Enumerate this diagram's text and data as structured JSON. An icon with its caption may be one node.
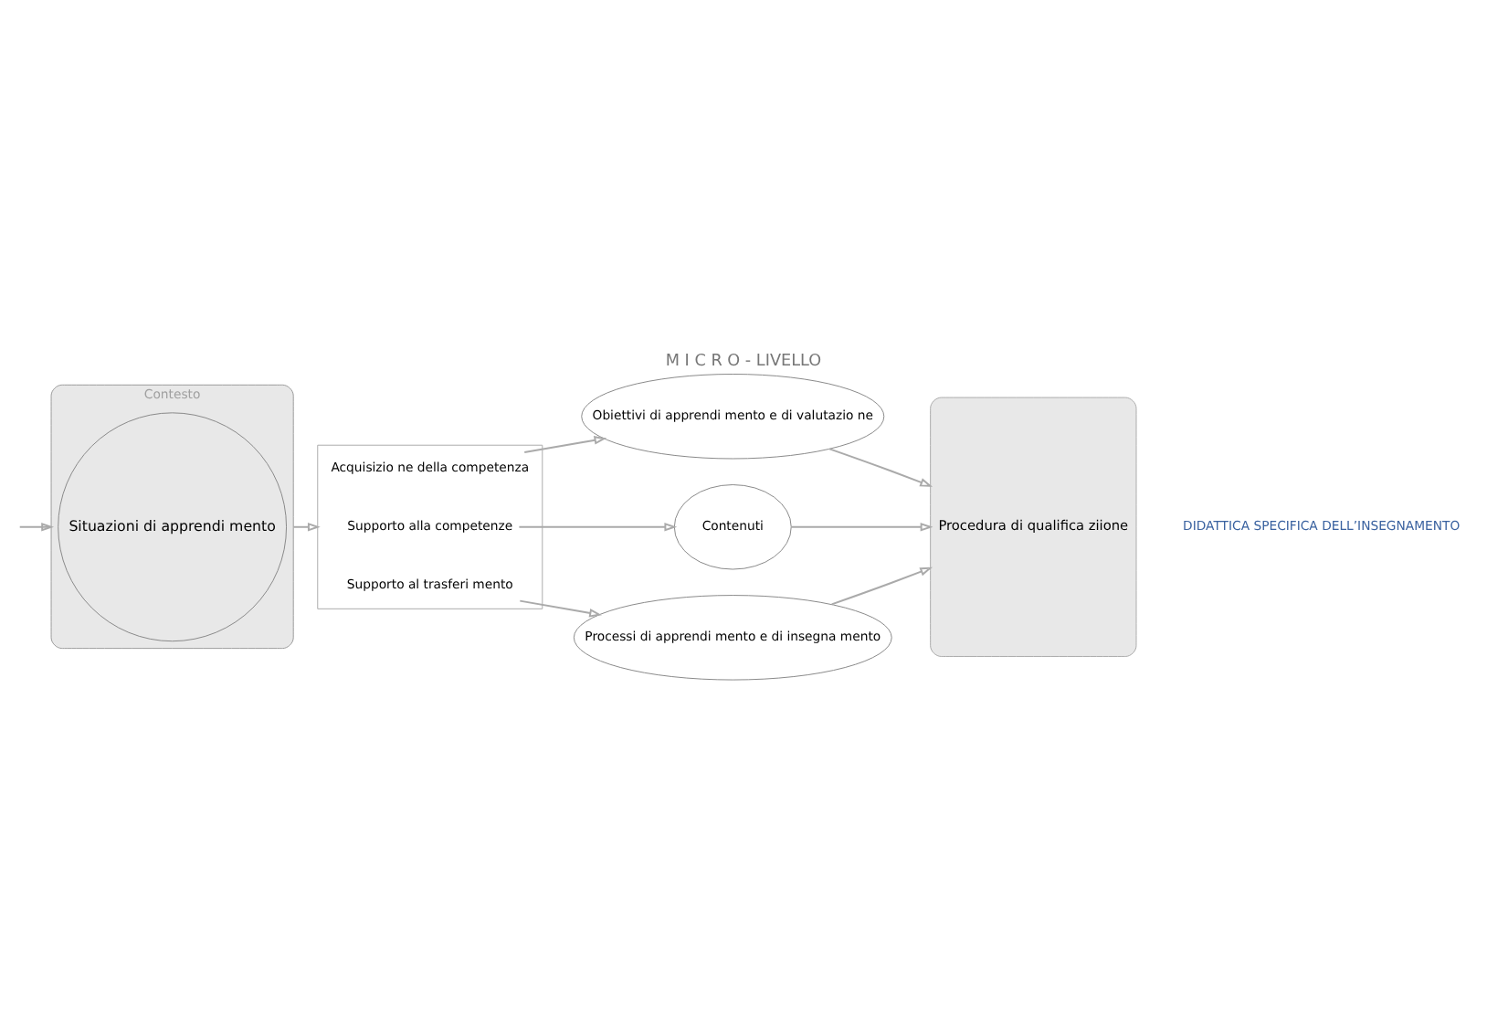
{
  "diagram": {
    "title": "M I C R O - LIVELLO",
    "caption": "DIDATTICA SPECIFICA DELL’INSEGNAMENTO",
    "nodes": [
      {
        "text": [
          "Contesto"
        ]
      },
      {
        "text": [
          "Situazioni di apprendi mento"
        ],
        "in": 0
      },
      {
        "text": [],
        "shape": "box"
      },
      {
        "text": [
          "Acquisizio ne della competenza"
        ],
        "in": 2
      },
      {
        "text": [
          "Supporto alla competenze"
        ],
        "in": 2
      },
      {
        "text": [
          "Supporto al trasferi mento"
        ],
        "in": 2
      },
      {
        "text": [
          "Obiettivi di apprendi mento e di valutazio ne"
        ]
      },
      {
        "text": [
          "Contenuti"
        ]
      },
      {
        "text": [
          "Processi di apprendi mento e di insegna mento"
        ]
      },
      {
        "text": [
          "Procedura di qualifica ziione"
        ]
      }
    ],
    "edges": [
      {
        "from": null,
        "to": 0,
        "arrow": "to"
      },
      {
        "from": 0,
        "to": 2,
        "arrow": "to"
      },
      {
        "from": 3,
        "to": 6,
        "arrow": "to"
      },
      {
        "from": 4,
        "to": 7,
        "arrow": "to"
      },
      {
        "from": 5,
        "to": 8,
        "arrow": "to"
      },
      {
        "from": 6,
        "to": 9,
        "arrow": "to"
      },
      {
        "from": 7,
        "to": 9,
        "arrow": "to"
      },
      {
        "from": 8,
        "to": 9,
        "arrow": "to"
      }
    ]
  }
}
